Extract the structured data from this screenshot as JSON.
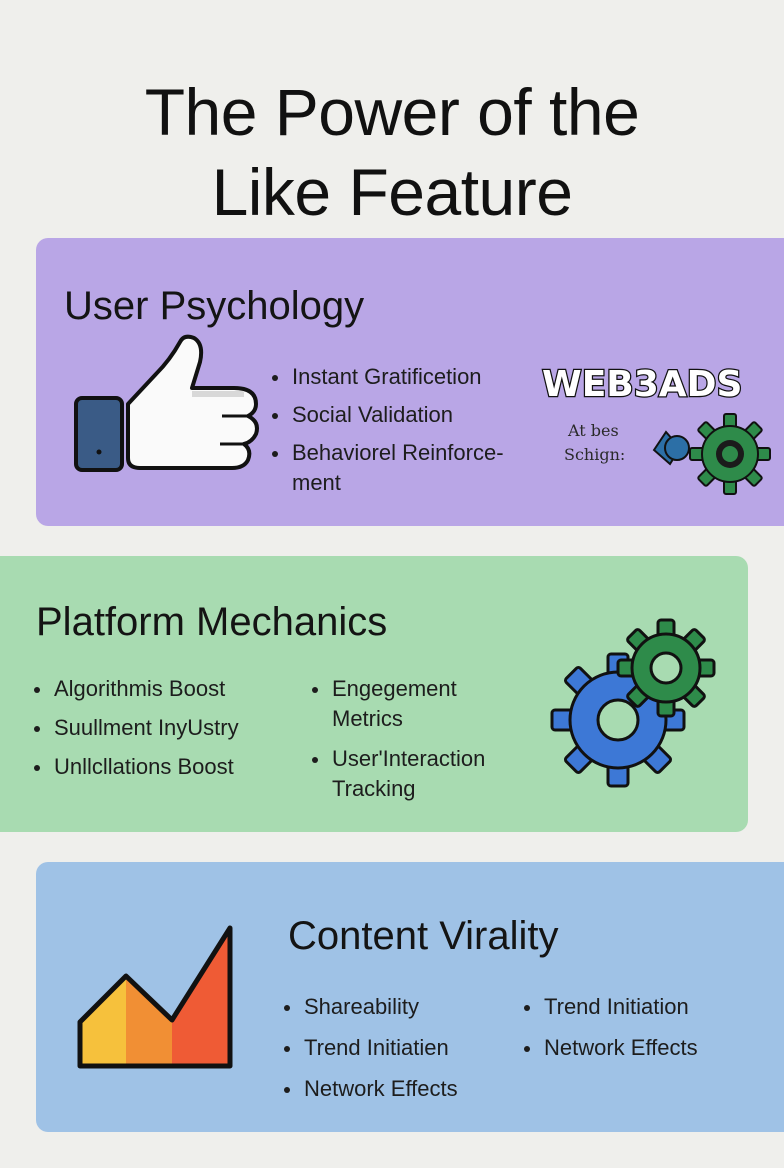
{
  "title": {
    "line1": "The Power of the",
    "line2": "Like Feature"
  },
  "sections": [
    {
      "heading": "User Psychology",
      "color": "#b9a6e6",
      "icon": "thumbs-up-icon",
      "bullets": [
        "Instant Gratificetion",
        "Social Validation",
        "Behaviorel Reinforce-",
        "ment"
      ],
      "logo": {
        "text": "WEB3ADS",
        "line1": "At bes",
        "line2": "Schign:"
      }
    },
    {
      "heading": "Platform Mechanics",
      "color": "#a8dbb1",
      "icon": "gears-icon",
      "bullets_left": [
        "Algorithmis Boost",
        "Suullment InyUstry",
        "Unllcllations Boost"
      ],
      "bullets_right": [
        {
          "line1": "Engegement",
          "line2": "Metrics"
        },
        {
          "line1": "User'Interaction",
          "line2": "Tracking"
        }
      ]
    },
    {
      "heading": "Content Virality",
      "color": "#9fc2e6",
      "icon": "growth-chart-icon",
      "bullets_left": [
        "Shareability",
        "Trend Initiatien",
        "Network Effects"
      ],
      "bullets_right": [
        "Trend Initiation",
        "Network Effects"
      ]
    }
  ]
}
